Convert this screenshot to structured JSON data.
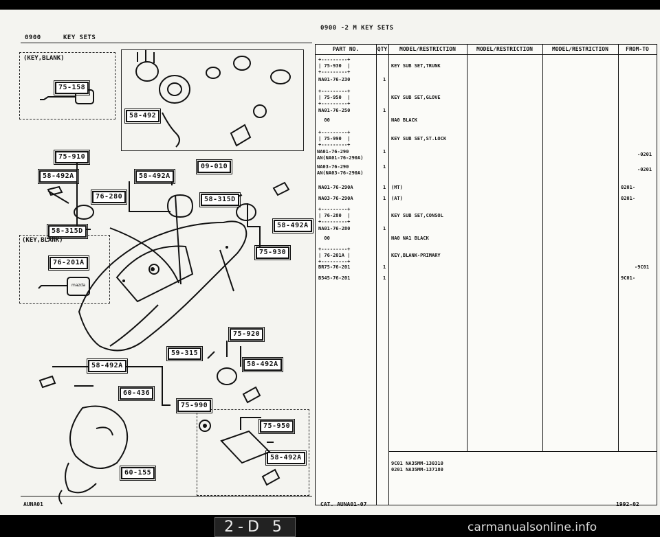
{
  "header": {
    "left_code": "0900",
    "left_title": "KEY SETS",
    "right_title": "0900 -2 M KEY SETS"
  },
  "diagram": {
    "blank_label_top": "(KEY,BLANK)",
    "blank_label_bottom": "(KEY,BLANK)",
    "key_logo": "mazda",
    "callouts": [
      "75-158",
      "58-492",
      "75-910",
      "58-492A",
      "58-492A",
      "76-280",
      "09-010",
      "58-315D",
      "58-315D",
      "58-492A",
      "75-930",
      "76-201A",
      "75-920",
      "59-315",
      "58-492A",
      "58-492A",
      "60-436",
      "75-990",
      "75-950",
      "58-492A",
      "60-155"
    ]
  },
  "table": {
    "columns": [
      "PART NO.",
      "QTY",
      "MODEL/RESTRICTION",
      "MODEL/RESTRICTION",
      "MODEL/RESTRICTION",
      "FROM-TO"
    ],
    "rows": [
      {
        "part": "+---------+\n| 75-930  |\n+---------+",
        "qty": "",
        "desc": "KEY SUB SET,TRUNK",
        "from": ""
      },
      {
        "part": "NA01-76-230",
        "qty": "1",
        "desc": "",
        "from": ""
      },
      {
        "part": "+---------+\n| 75-950  |\n+---------+",
        "qty": "",
        "desc": "KEY SUB SET,GLOVE",
        "from": ""
      },
      {
        "part": "NA01-76-250",
        "qty": "1",
        "desc": "",
        "from": ""
      },
      {
        "part": "  00",
        "qty": "",
        "desc": "NA0 BLACK",
        "from": ""
      },
      {
        "part": "+---------+\n| 75-990  |\n+---------+",
        "qty": "",
        "desc": "KEY SUB SET,ST.LOCK",
        "from": ""
      },
      {
        "part": "NA01-76-290\nAN(NA01-76-290A)",
        "qty": "1",
        "desc": "",
        "from": "-0201"
      },
      {
        "part": "NA03-76-290\nAN(NA03-76-290A)",
        "qty": "1",
        "desc": "",
        "from": "-0201"
      },
      {
        "part": "NA01-76-290A",
        "qty": "1",
        "desc": "(MT)",
        "from": "0201-"
      },
      {
        "part": "NA03-76-290A",
        "qty": "1",
        "desc": "(AT)",
        "from": "0201-"
      },
      {
        "part": "+---------+\n| 76-280  |\n+---------+",
        "qty": "",
        "desc": "KEY SUB SET,CONSOL",
        "from": ""
      },
      {
        "part": "NA01-76-280",
        "qty": "1",
        "desc": "",
        "from": ""
      },
      {
        "part": "  00",
        "qty": "",
        "desc": "NA0 NA1 BLACK",
        "from": ""
      },
      {
        "part": "+---------+\n| 76-201A |\n+---------+",
        "qty": "",
        "desc": "KEY,BLANK-PRIMARY",
        "from": ""
      },
      {
        "part": "BR75-76-201",
        "qty": "1",
        "desc": "",
        "from": "-9C01"
      },
      {
        "part": "B545-76-201",
        "qty": "1",
        "desc": "",
        "from": "9C01-"
      }
    ],
    "notes": [
      "9C01 NA35MM-130310",
      "0201 NA35MM-137180"
    ]
  },
  "footer": {
    "left": "AUNA01",
    "center": "CAT. AUNA01-07",
    "right": "1992-02"
  },
  "page_number": "2-D 5",
  "watermark": "carmanualsonline.info"
}
